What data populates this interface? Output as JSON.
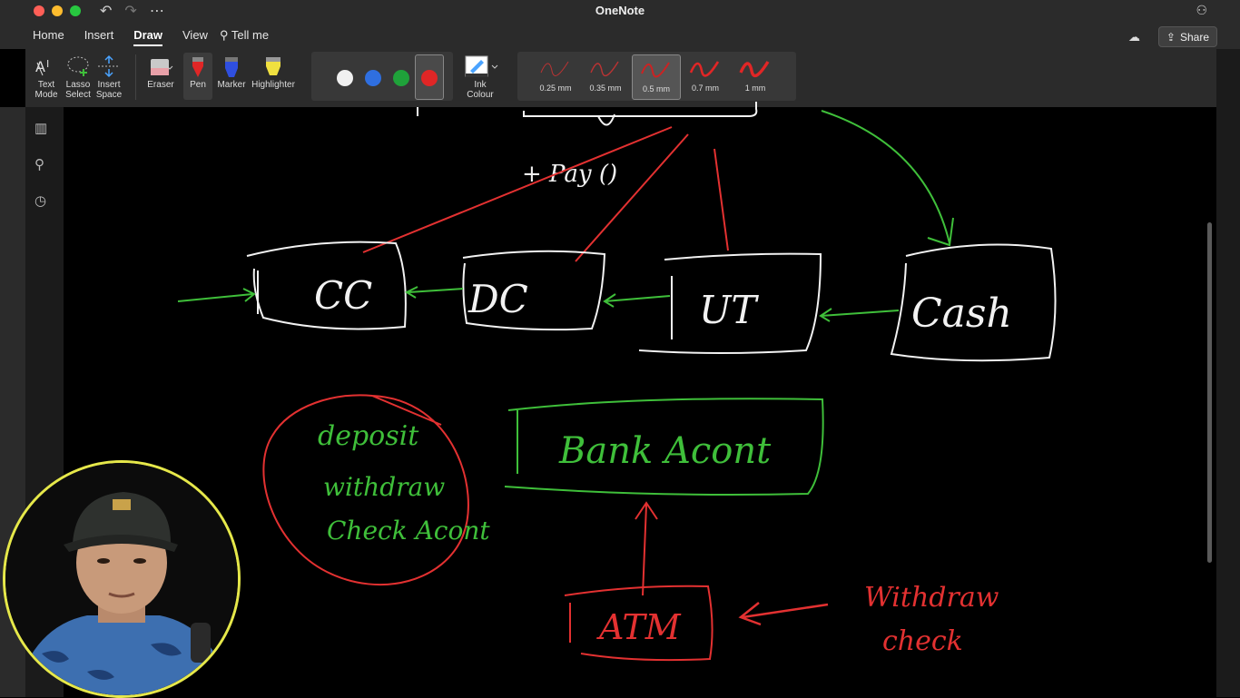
{
  "window": {
    "title": "OneNote"
  },
  "menu": {
    "tabs": [
      "Home",
      "Insert",
      "Draw",
      "View"
    ],
    "active_tab": "Draw",
    "tell_me": "Tell me",
    "share": "Share"
  },
  "ribbon": {
    "text_mode": [
      "Text",
      "Mode"
    ],
    "lasso_select": [
      "Lasso",
      "Select"
    ],
    "insert_space": [
      "Insert",
      "Space"
    ],
    "eraser": "Eraser",
    "pen": "Pen",
    "marker": "Marker",
    "highlighter": "Highlighter",
    "ink_colour": [
      "Ink",
      "Colour"
    ],
    "pen_colors": [
      "#f0f0f0",
      "#2f6fe0",
      "#1fa23a",
      "#e02626"
    ],
    "selected_color": "#e02626",
    "stroke_widths": [
      "0.25 mm",
      "0.35 mm",
      "0.5 mm",
      "0.7 mm",
      "1 mm"
    ],
    "selected_width": "0.5 mm"
  },
  "ink": {
    "top_note": "+ Pay ()",
    "boxes": [
      "CC",
      "DC",
      "UT",
      "Cash"
    ],
    "circle_lines": [
      "deposit",
      "withdraw",
      "Check Acont"
    ],
    "bank_box": "Bank Acont",
    "atm_box": "ATM",
    "side_note": [
      "Withdraw",
      "check"
    ]
  },
  "colors": {
    "ink_white": "#f2f2f2",
    "ink_red": "#e33131",
    "ink_green": "#3fbf3a",
    "webcam_ring": "#e6e84a"
  }
}
